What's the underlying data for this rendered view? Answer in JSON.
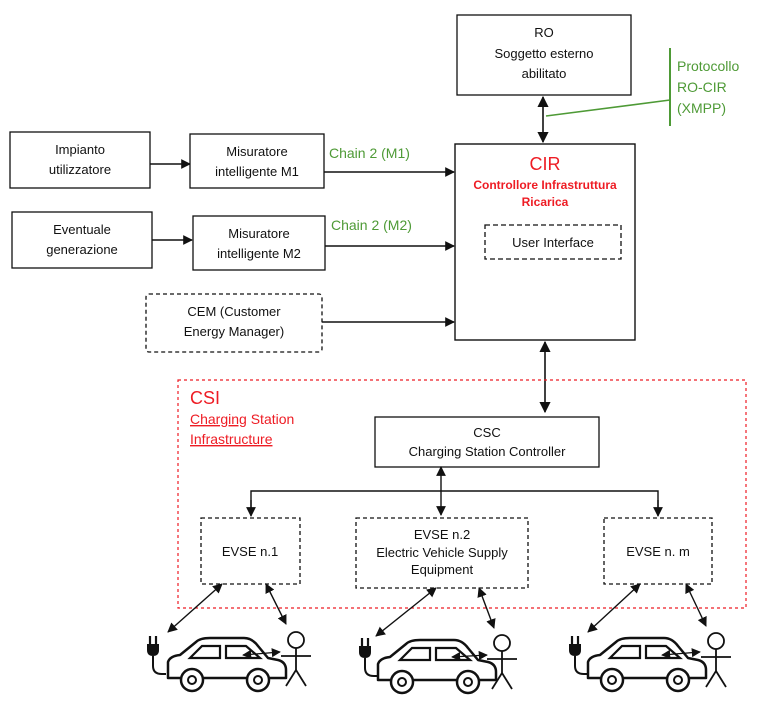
{
  "ro": {
    "line1": "RO",
    "line2": "Soggetto esterno",
    "line3": "abilitato"
  },
  "protocol": {
    "line1": "Protocollo",
    "line2": "RO-CIR",
    "line3": "(XMPP)"
  },
  "impianto": {
    "line1": "Impianto",
    "line2": "utilizzatore"
  },
  "generazione": {
    "line1": "Eventuale",
    "line2": "generazione"
  },
  "m1": {
    "line1": "Misuratore",
    "line2": "intelligente M1",
    "chain": "Chain 2 (M1)"
  },
  "m2": {
    "line1": "Misuratore",
    "line2": "intelligente M2",
    "chain": "Chain 2 (M2)"
  },
  "cem": {
    "line1": "CEM (Customer",
    "line2": "Energy Manager)"
  },
  "cir": {
    "title": "CIR",
    "sub1": "Controllore Infrastruttura",
    "sub2": "Ricarica",
    "ui": "User Interface"
  },
  "csi": {
    "title": "CSI",
    "sub1_a": "Charging",
    "sub1_b": "Station",
    "sub2": "Infrastructure"
  },
  "csc": {
    "title": "CSC",
    "sub": "Charging Station Controller"
  },
  "evse1": {
    "label": "EVSE n.1"
  },
  "evse2": {
    "title": "EVSE n.2",
    "sub1": "Electric Vehicle Supply",
    "sub2": "Equipment"
  },
  "evsem": {
    "label": "EVSE n. m"
  },
  "colors": {
    "accent_red": "#ee1c24",
    "accent_green": "#4e9a36",
    "line": "#111111"
  }
}
